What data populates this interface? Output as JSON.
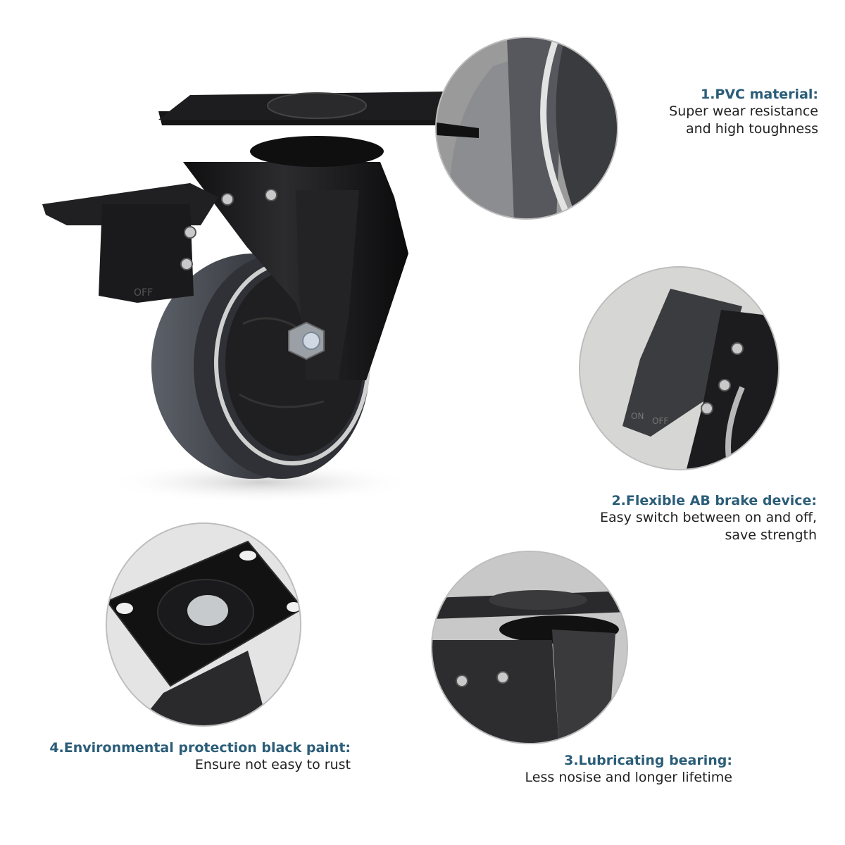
{
  "features": [
    {
      "title": "1.PVC material:",
      "lines": [
        "Super wear resistance",
        "and high toughness"
      ]
    },
    {
      "title": "2.Flexible AB brake device:",
      "lines": [
        "Easy switch between on and off,",
        "save strength"
      ]
    },
    {
      "title": "3.Lubricating bearing:",
      "lines": [
        "Less nosise and longer lifetime"
      ]
    },
    {
      "title": "4.Environmental protection black paint:",
      "lines": [
        "Ensure  not easy to rust"
      ]
    }
  ],
  "product": {
    "brake_label": "OFF",
    "detail_brake_labels": [
      "ON",
      "OFF"
    ]
  },
  "colors": {
    "title": "#2b5d78",
    "text": "#222222",
    "caster_body": "#1c1c1e",
    "wheel": "#3a3d42",
    "rim": "#c9c9c9"
  }
}
